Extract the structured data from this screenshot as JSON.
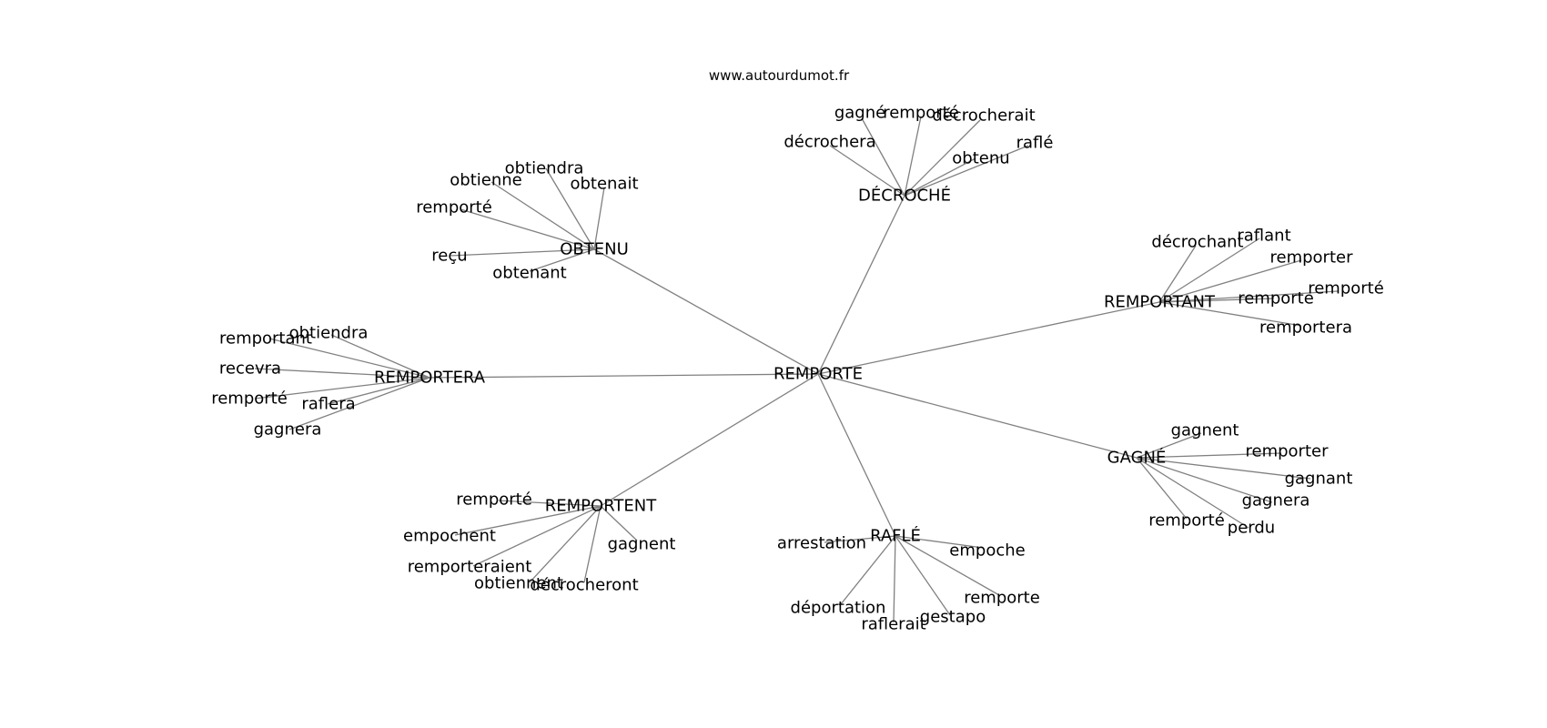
{
  "source": "www.autourdumot.fr",
  "root": "REMPORTE",
  "clusters": [
    {
      "id": "obtenu",
      "label": "OBTENU",
      "words": [
        "obtiendra",
        "obtienne",
        "obtenait",
        "remporté",
        "reçu",
        "obtenant"
      ]
    },
    {
      "id": "decroche",
      "label": "DÉCROCHÉ",
      "words": [
        "gagné",
        "remporté",
        "décrocherait",
        "décrochera",
        "obtenu",
        "raflé"
      ]
    },
    {
      "id": "remportant",
      "label": "REMPORTANT",
      "words": [
        "décrochant",
        "raflant",
        "remporter",
        "remporté",
        "remporte",
        "remportera"
      ]
    },
    {
      "id": "remportera",
      "label": "REMPORTERA",
      "words": [
        "remportant",
        "obtiendra",
        "recevra",
        "remporté",
        "raflera",
        "gagnera"
      ]
    },
    {
      "id": "gagne",
      "label": "GAGNÉ",
      "words": [
        "gagnent",
        "remporter",
        "gagnant",
        "gagnera",
        "remporté",
        "perdu"
      ]
    },
    {
      "id": "remportent",
      "label": "REMPORTENT",
      "words": [
        "remporté",
        "empochent",
        "gagnent",
        "remporteraient",
        "obtiennent",
        "décrocheront"
      ]
    },
    {
      "id": "rafle",
      "label": "RAFLÉ",
      "words": [
        "arrestation",
        "empoche",
        "déportation",
        "remporte",
        "raflerait",
        "gestapo"
      ]
    }
  ]
}
